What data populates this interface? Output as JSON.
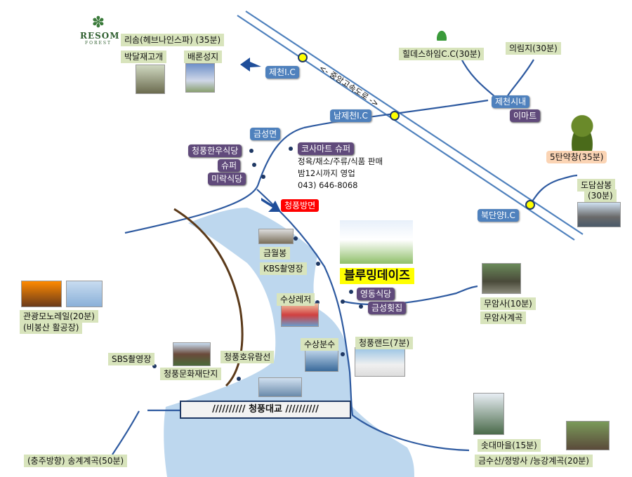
{
  "logo": {
    "name": "RESOM",
    "sub": "FOREST"
  },
  "places": {
    "resom": "리솜(헤브나인스파) (35분)",
    "bakdal": "박달재고개",
    "baeron": "배론성지",
    "jecheon_ic": "제천I.C",
    "highway": "<- 중앙고속도로 ->",
    "hill_cc": "힐데스하임C.C(30분)",
    "uirimji": "의림지(30분)",
    "jecheon_city": "제천시내",
    "emart": "이마트",
    "namjecheon_ic": "남제천I.C",
    "geumseong": "금성면",
    "hanwoo": "청풍한우식당",
    "super": "슈퍼",
    "mirak": "미락식당",
    "kosa": "코사마트 슈퍼",
    "kosa_info1": "정육/채소/주류/식품  판매",
    "kosa_info2": "밤12시까지  영업",
    "kosa_phone": "043)  646-8068",
    "cheongpung_dir": "청풍방면",
    "otan": "5탄약창(35분)",
    "dodam": "도담삼봉",
    "dodam_time": "(30분)",
    "bukdanyang_ic": "북단양I.C",
    "geumwol": "금월봉",
    "kbs": "KBS촬영장",
    "blue": "블루밍데이즈",
    "yeongdong": "영동식당",
    "geumseong_sushi": "금성횟집",
    "water_leisure": "수상레저",
    "muam": "무암사(10분)",
    "muam_valley": "무암사계곡",
    "monorail": "관광모노레일(20분)",
    "paragliding": "(비봉산 활공장)",
    "fountain": "수상분수",
    "cheongpung_land": "청풍랜드(7분)",
    "sbs": "SBS촬영장",
    "ferry": "청풍호유람선",
    "heritage": "청풍문화재단지",
    "bridge": "//////////  청풍대교  //////////",
    "songgye": "(충주방향) 송계계곡(50분)",
    "sotdae": "솟대마을(15분)",
    "geumsusan": "금수산/정방사 /능강계곡(20분)"
  },
  "colors": {
    "lake": "#bdd7ee",
    "road": "#4f81bd",
    "trail": "#5b3a1a",
    "ic_marker": "#ffff00",
    "label_green": "#d8e4bc",
    "label_purple": "#604a7b",
    "label_blue": "#4f81bd"
  }
}
